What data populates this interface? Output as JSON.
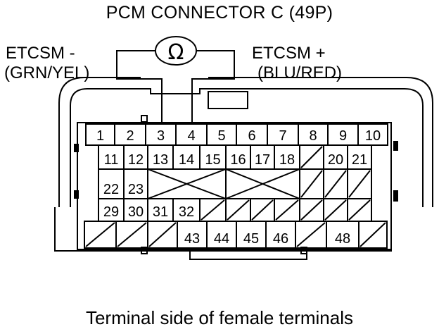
{
  "title": "PCM CONNECTOR C (49P)",
  "left_wire": {
    "line1": "ETCSM -",
    "line2": "(GRN/YEL)"
  },
  "right_wire": {
    "line1": "ETCSM +",
    "line2": "(BLU/RED)"
  },
  "meter_symbol": "Ω",
  "caption": "Terminal side of female terminals",
  "rows": [
    [
      "1",
      "2",
      "3",
      "4",
      "5",
      "6",
      "7",
      "8",
      "9",
      "10"
    ],
    [
      "11",
      "12",
      "13",
      "14",
      "15",
      "16",
      "17",
      "18",
      "",
      "20",
      "21"
    ],
    [
      "22",
      "23",
      "",
      "",
      "",
      "",
      "",
      "",
      "",
      "",
      ""
    ],
    [
      "29",
      "30",
      "31",
      "32",
      "",
      "",
      "",
      "",
      "",
      "",
      ""
    ],
    [
      "",
      "",
      "",
      "43",
      "44",
      "45",
      "46",
      "",
      "48",
      ""
    ]
  ],
  "blank_cell_style": "diagonal-hatch",
  "crossed_regions": [
    "24-26",
    "33-35"
  ]
}
